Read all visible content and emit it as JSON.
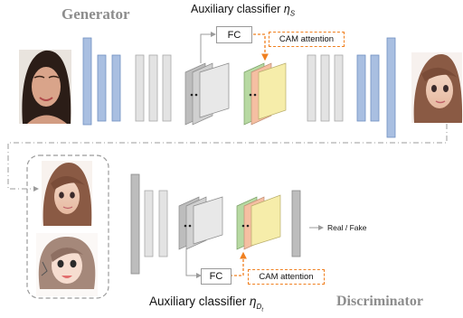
{
  "labels": {
    "generator": "Generator",
    "discriminator": "Discriminator",
    "aux_top_text": "Auxiliary classifier",
    "aux_top_symbol": "η",
    "aux_top_sub": "S",
    "aux_bottom_text": "Auxiliary classifier",
    "aux_bottom_symbol": "η",
    "aux_bottom_sub": "D",
    "aux_bottom_subsub": "t",
    "fc_top": "FC",
    "fc_bottom": "FC",
    "cam_top": "CAM attention",
    "cam_bottom": "CAM attention",
    "real_fake": "Real / Fake"
  },
  "colors": {
    "blue_layer": "#a9bfe1",
    "blue_stroke": "#6f8fc2",
    "gray_layer": "#e3e3e3",
    "gray_stroke": "#a8a8a8",
    "dark_gray_layer": "#bdbdbd",
    "green_map": "#b7d9a2",
    "peach_map": "#f5bfa2",
    "yellow_map": "#f6edaa",
    "cam_arrow": "#f08020",
    "connector": "#9b9b9b"
  },
  "images": [
    {
      "name": "source-face-photo",
      "description_icon": "face-photo-icon"
    },
    {
      "name": "target-anime-face",
      "description_icon": "anime-face-icon"
    },
    {
      "name": "real-anime-sample",
      "description_icon": "anime-face-icon"
    },
    {
      "name": "real-cartoon-sample",
      "description_icon": "cartoon-face-icon"
    }
  ]
}
